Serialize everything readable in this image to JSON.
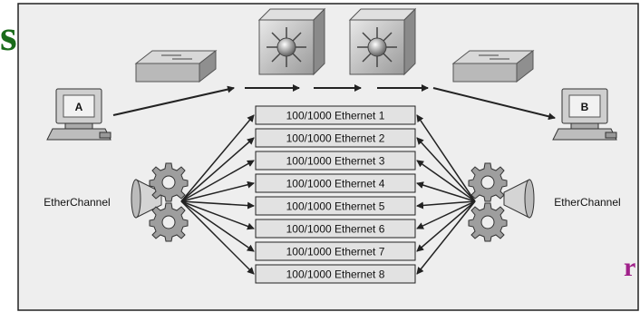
{
  "slide_fragments": {
    "top_right": "s",
    "bottom_right": "r"
  },
  "hosts": {
    "left": "A",
    "right": "B"
  },
  "etherchannel": {
    "left_label": "EtherChannel",
    "right_label": "EtherChannel"
  },
  "links": [
    "100/1000 Ethernet 1",
    "100/1000 Ethernet 2",
    "100/1000 Ethernet 3",
    "100/1000 Ethernet 4",
    "100/1000 Ethernet 5",
    "100/1000 Ethernet 6",
    "100/1000 Ethernet 7",
    "100/1000 Ethernet 8"
  ],
  "colors": {
    "background": "#eeeeee",
    "border": "#222222",
    "device": "#c9c9c9",
    "arrow": "#222222",
    "link_box": "#e2e2e2"
  }
}
